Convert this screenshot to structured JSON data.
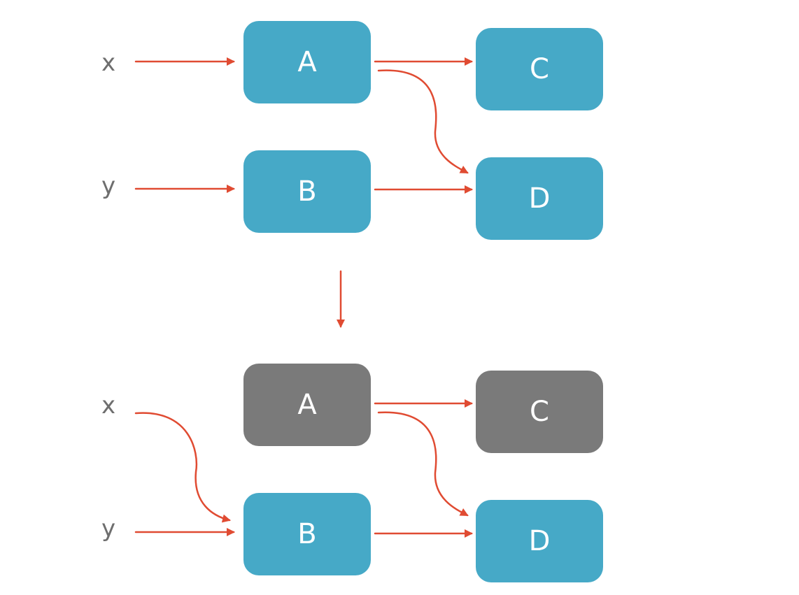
{
  "colors": {
    "active_node": "#46A9C7",
    "inactive_node": "#7A7A7A",
    "arrow": "#E04B32",
    "input_label": "#6E6E6E"
  },
  "top": {
    "inputs": {
      "x": "x",
      "y": "y"
    },
    "nodes": {
      "A": {
        "label": "A",
        "state": "active"
      },
      "B": {
        "label": "B",
        "state": "active"
      },
      "C": {
        "label": "C",
        "state": "active"
      },
      "D": {
        "label": "D",
        "state": "active"
      }
    }
  },
  "bottom": {
    "inputs": {
      "x": "x",
      "y": "y"
    },
    "nodes": {
      "A": {
        "label": "A",
        "state": "inactive"
      },
      "B": {
        "label": "B",
        "state": "active"
      },
      "C": {
        "label": "C",
        "state": "inactive"
      },
      "D": {
        "label": "D",
        "state": "active"
      }
    }
  },
  "edges": {
    "top": [
      {
        "from": "x",
        "to": "A"
      },
      {
        "from": "y",
        "to": "B"
      },
      {
        "from": "A",
        "to": "C"
      },
      {
        "from": "A",
        "to": "D"
      },
      {
        "from": "B",
        "to": "D"
      }
    ],
    "transition": {
      "from": "top",
      "to": "bottom"
    },
    "bottom": [
      {
        "from": "x",
        "to": "B"
      },
      {
        "from": "y",
        "to": "B"
      },
      {
        "from": "A",
        "to": "C"
      },
      {
        "from": "A",
        "to": "D"
      },
      {
        "from": "B",
        "to": "D"
      }
    ]
  }
}
